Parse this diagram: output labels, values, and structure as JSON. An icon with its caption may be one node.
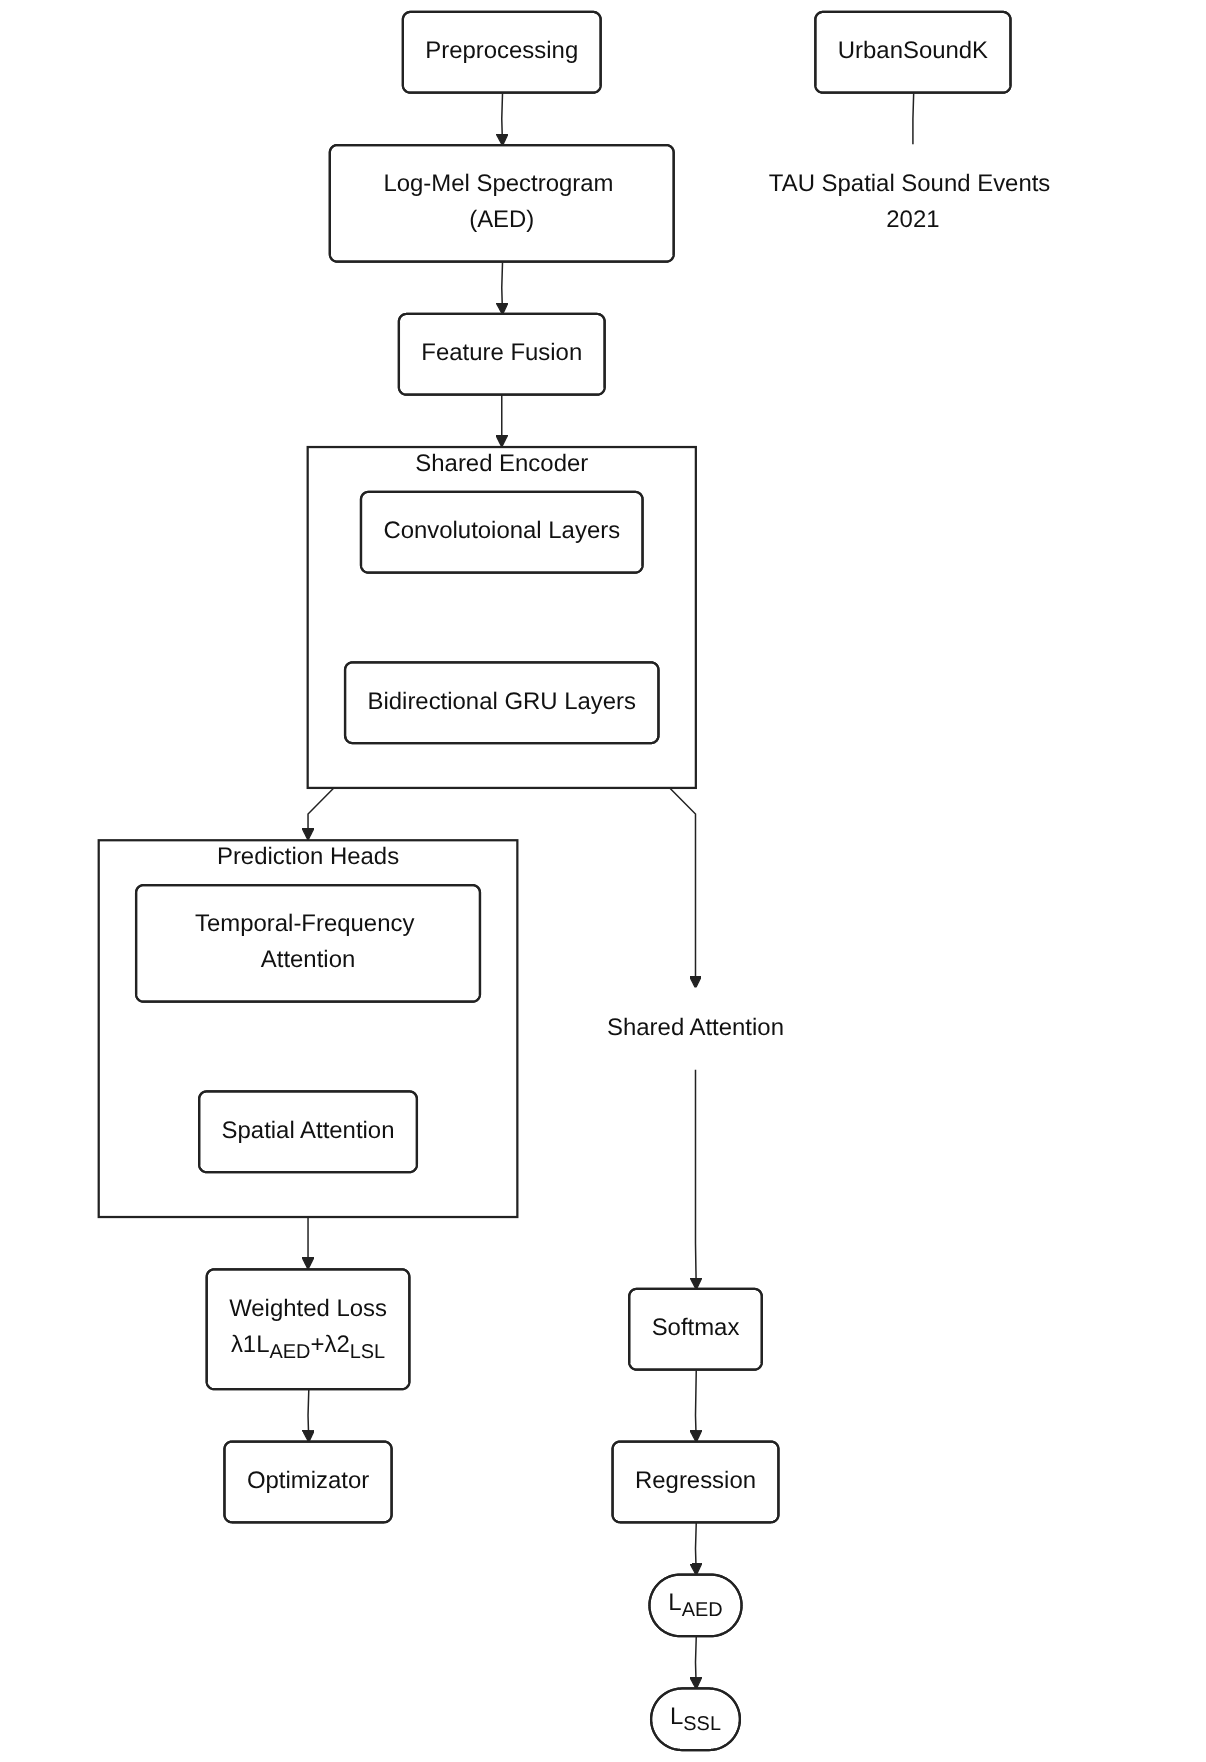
{
  "diagram": {
    "nodes": [
      {
        "text": [
          "Preprocessing"
        ]
      },
      {
        "text": [
          "Log-Mel Spectrogram (AED)"
        ]
      },
      {
        "text": [
          "UrbanSoundK"
        ]
      },
      {
        "text": [
          "TAU Spatial Sound Events 2021"
        ]
      },
      {
        "text": [
          "Feature Fusion"
        ]
      },
      {
        "text": [
          "Shared Encoder"
        ]
      },
      {
        "text": [
          "Convolutoional Layers"
        ],
        "in": 5
      },
      {
        "text": [
          "Bidirectional GRU Layers"
        ],
        "in": 5
      },
      {
        "text": [
          "Shared Attention"
        ]
      },
      {
        "text": [
          "Prediction Heads"
        ]
      },
      {
        "text": [
          "Temporal-Frequency Attention"
        ],
        "in": 9
      },
      {
        "text": [
          "Spatial Attention"
        ],
        "in": 9
      },
      {
        "text": [
          "Weighted Loss",
          "λ1L$_{AED}$+λ2$_{LSL}$"
        ]
      },
      {
        "text": [
          "Optimizator"
        ]
      },
      {
        "text": [
          "Softmax"
        ]
      },
      {
        "text": [
          "Regression"
        ]
      },
      {
        "text": [
          "L$_{AED}$"
        ]
      },
      {
        "text": [
          "L$_{SSL}$"
        ]
      }
    ],
    "edges": [
      {
        "from": 0,
        "to": 1,
        "arrow": "to"
      },
      {
        "from": 1,
        "to": 4,
        "arrow": "to"
      },
      {
        "from": 2,
        "to": 3,
        "arrow": "none"
      },
      {
        "from": 4,
        "to": 5,
        "arrow": "to"
      },
      {
        "from": 5,
        "to": 8,
        "arrow": "to"
      },
      {
        "from": 5,
        "to": 9,
        "arrow": "to"
      },
      {
        "from": 8,
        "to": 14,
        "arrow": "to"
      },
      {
        "from": 14,
        "to": 15,
        "arrow": "to"
      },
      {
        "from": 15,
        "to": 16,
        "arrow": "to"
      },
      {
        "from": 16,
        "to": 17,
        "arrow": "to"
      },
      {
        "from": 9,
        "to": 12,
        "arrow": "to"
      },
      {
        "from": 12,
        "to": 13,
        "arrow": "to"
      }
    ]
  }
}
